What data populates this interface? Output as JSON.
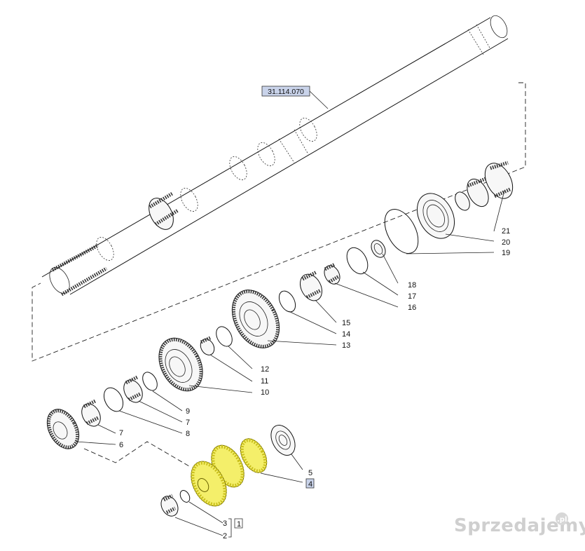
{
  "diagram": {
    "reference_label": "31.114.070",
    "callouts": [
      "1",
      "2",
      "3",
      "4",
      "5",
      "6",
      "7",
      "7",
      "8",
      "9",
      "10",
      "11",
      "12",
      "13",
      "14",
      "15",
      "16",
      "17",
      "18",
      "19",
      "20",
      "21"
    ],
    "highlight_color": "#f4ef6a",
    "label_box_fill": "#c9d3ea"
  },
  "watermark": {
    "text": "Sprzedajemy",
    "badge": ".pl"
  }
}
